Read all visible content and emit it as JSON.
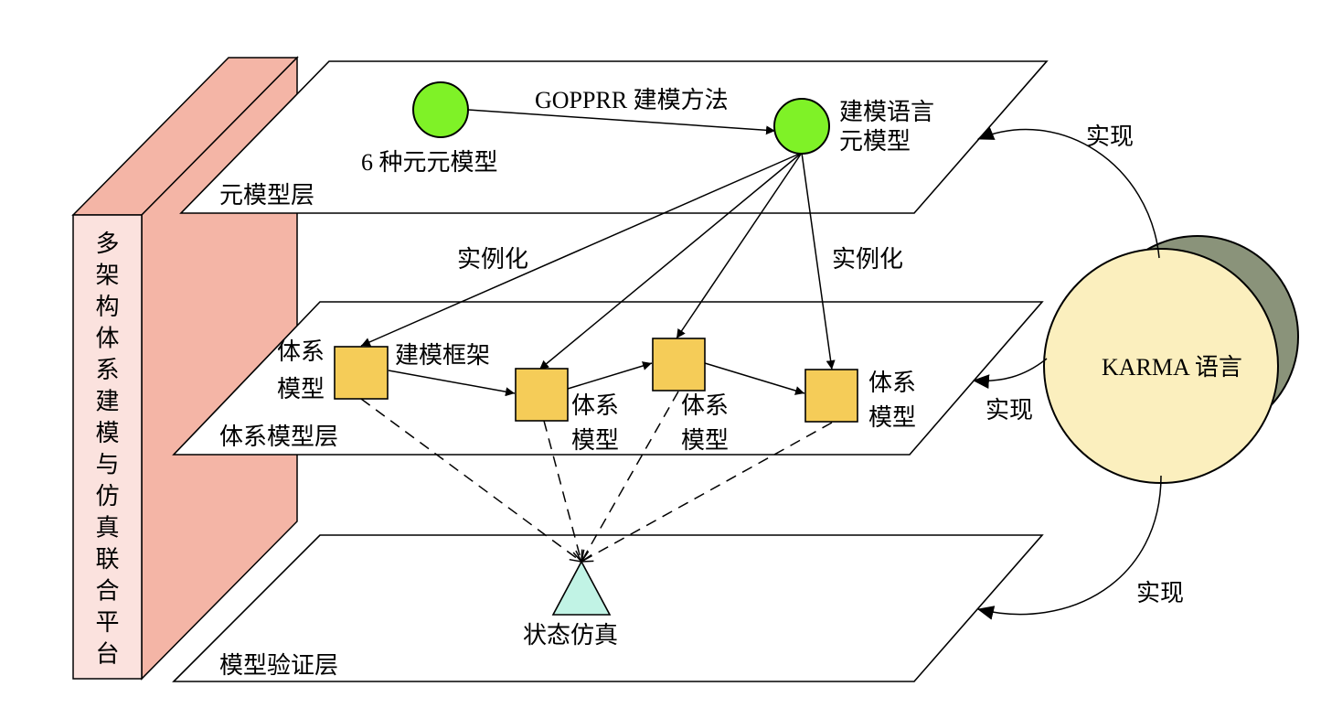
{
  "platform": {
    "title_chars": [
      "多",
      "架",
      "构",
      "体",
      "系",
      "建",
      "模",
      "与",
      "仿",
      "真",
      "联",
      "合",
      "平",
      "台"
    ]
  },
  "layers": {
    "meta": "元模型层",
    "system": "体系模型层",
    "verify": "模型验证层"
  },
  "nodes": {
    "meta_models": "6 种元元模型",
    "lang_meta_line1": "建模语言",
    "lang_meta_line2": "元模型",
    "sys_model_line1": "体系",
    "sys_model_line2": "模型",
    "state_sim": "状态仿真"
  },
  "edges": {
    "gopprr": "GOPPRR 建模方法",
    "instantiate_left": "实例化",
    "instantiate_right": "实例化",
    "framework": "建模框架"
  },
  "karma": {
    "label": "KARMA 语言",
    "impl_top": "实现",
    "impl_mid": "实现",
    "impl_bottom": "实现"
  },
  "colors": {
    "platform_front": "#fbe2de",
    "platform_side": "#f4b5a6",
    "circle_node": "#7ff227",
    "box_node": "#f5cc58",
    "triangle_node": "#c1f3e5",
    "karma_front": "#fbefbe",
    "karma_back": "#8a937a"
  }
}
